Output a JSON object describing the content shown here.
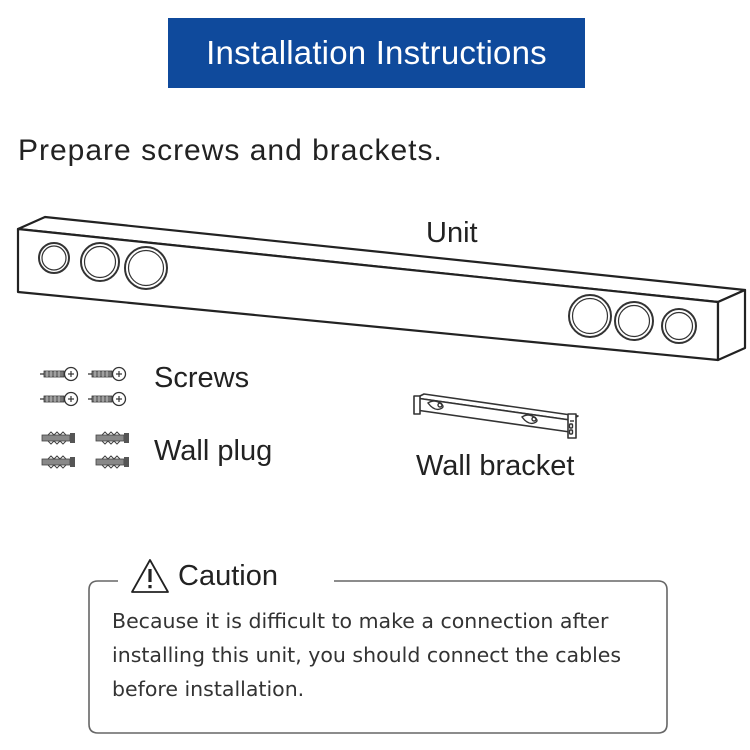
{
  "header": {
    "title": "Installation Instructions",
    "bg_color": "#0F4A9C",
    "text_color": "#FFFFFF"
  },
  "intro": "Prepare screws and brackets.",
  "parts": {
    "unit": "Unit",
    "screws": "Screws",
    "wall_plug": "Wall plug",
    "wall_bracket": "Wall bracket"
  },
  "caution": {
    "title": "Caution",
    "text": "Because it is difficult to make a connection after installing this unit, you should connect the cables before installation."
  },
  "icons": {
    "warning": "warning-triangle-icon",
    "unit": "soundbar-illustration",
    "screws": "screw-icon",
    "wall_plug": "wall-plug-icon",
    "wall_bracket": "wall-bracket-illustration"
  }
}
